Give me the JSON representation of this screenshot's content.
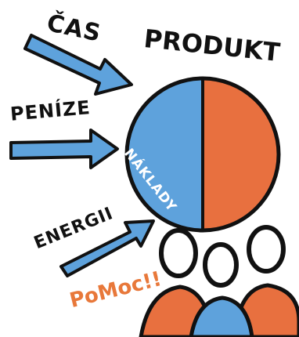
{
  "labels": {
    "cas": "ČAS",
    "produkt": "PRODUKT",
    "penize": "PENÍZE",
    "energii": "ENERGII",
    "naklady": "NÁKLADY",
    "pomoc": "PoMoc!!"
  },
  "colors": {
    "blue": "#5ea2dc",
    "orange": "#e8703f",
    "outline": "#111111",
    "pomoc_text": "#e8783a"
  }
}
